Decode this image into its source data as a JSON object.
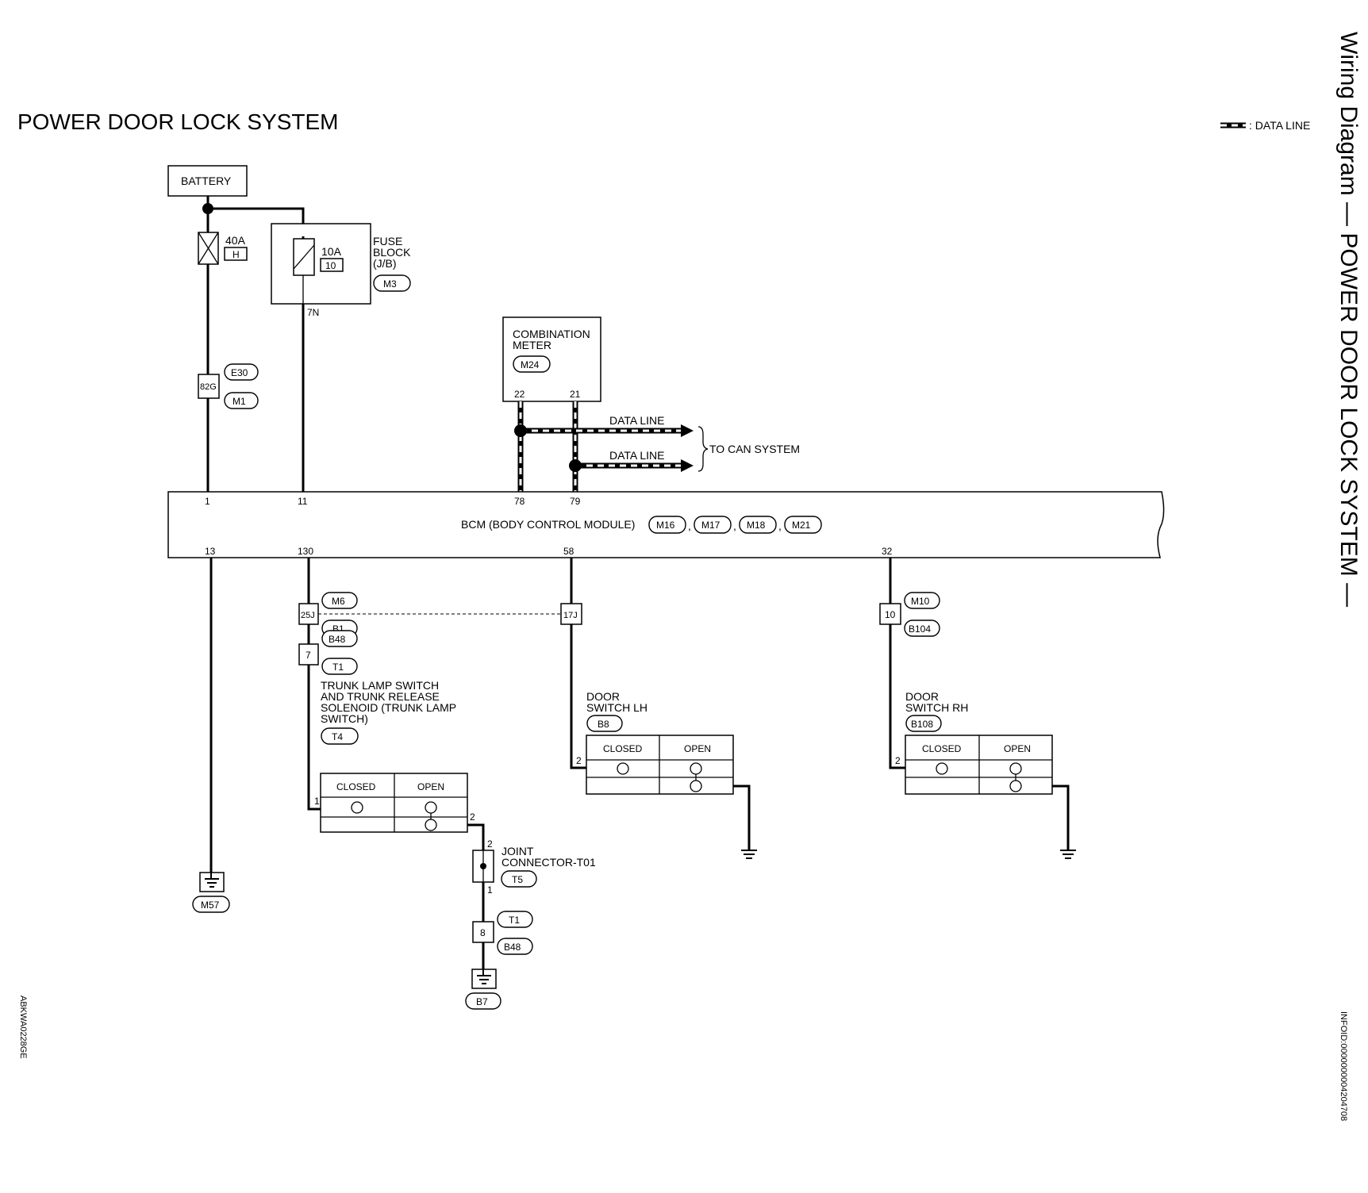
{
  "title": "POWER DOOR LOCK SYSTEM",
  "side_title": "Wiring Diagram — POWER DOOR LOCK SYSTEM —",
  "legend": {
    "label": ": DATA LINE"
  },
  "footer_left": "ABKWA0228GE",
  "footer_right": "INFOID:0000000004204708",
  "battery": "BATTERY",
  "fuse_40a": {
    "rating": "40A",
    "letter": "H"
  },
  "fuse_block": {
    "rating": "10A",
    "number": "10",
    "line1": "FUSE",
    "line2": "BLOCK",
    "line3": "(J/B)",
    "connector": "M3",
    "terminal": "7N"
  },
  "inline_82g": {
    "pin": "82G",
    "top": "E30",
    "bottom": "M1"
  },
  "combination_meter": {
    "line1": "COMBINATION",
    "line2": "METER",
    "connector": "M24",
    "pin_a": "22",
    "pin_b": "21"
  },
  "data_line_top": "DATA LINE",
  "data_line_bottom": "DATA LINE",
  "to_can": "TO CAN SYSTEM",
  "bcm": {
    "label": "BCM (BODY CONTROL MODULE)",
    "connectors": [
      "M16",
      "M17",
      "M18",
      "M21"
    ],
    "sep": ",",
    "top_pins": [
      "1",
      "11",
      "78",
      "79"
    ],
    "bottom_pins": [
      "13",
      "130",
      "58",
      "32"
    ]
  },
  "ground_m57": "M57",
  "inline_25j": {
    "pin": "25J",
    "top": "M6",
    "bottom": "B1"
  },
  "inline_17j": {
    "pin": "17J"
  },
  "inline_7": {
    "pin": "7",
    "top": "B48",
    "bottom": "T1"
  },
  "inline_10": {
    "pin": "10",
    "top": "M10",
    "bottom": "B104"
  },
  "trunk_switch": {
    "line1": "TRUNK LAMP SWITCH",
    "line2": "AND TRUNK RELEASE",
    "line3": "SOLENOID (TRUNK LAMP",
    "line4": "SWITCH)",
    "connector": "T4",
    "closed": "CLOSED",
    "open": "OPEN",
    "pin_in": "1",
    "pin_out": "2"
  },
  "joint_connector": {
    "line1": "JOINT",
    "line2": "CONNECTOR-T01",
    "connector": "T5",
    "pin_top": "2",
    "pin_bottom": "1"
  },
  "inline_8": {
    "pin": "8",
    "top": "T1",
    "bottom": "B48"
  },
  "ground_b7": "B7",
  "door_lh": {
    "line1": "DOOR",
    "line2": "SWITCH LH",
    "connector": "B8",
    "closed": "CLOSED",
    "open": "OPEN",
    "pin": "2"
  },
  "door_rh": {
    "line1": "DOOR",
    "line2": "SWITCH RH",
    "connector": "B108",
    "closed": "CLOSED",
    "open": "OPEN",
    "pin": "2"
  }
}
